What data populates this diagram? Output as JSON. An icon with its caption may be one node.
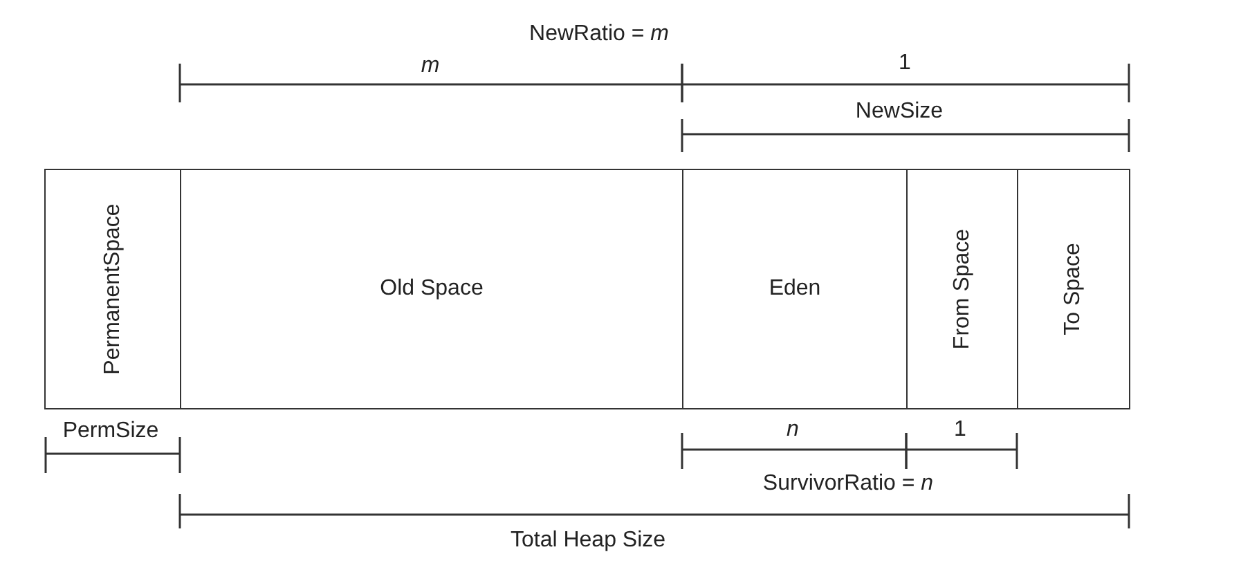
{
  "diagram": {
    "nodes": [
      {
        "text": [
          "PermanentSpace"
        ]
      },
      {
        "text": [
          "Old Space"
        ]
      },
      {
        "text": [
          "Eden"
        ]
      },
      {
        "text": [
          "From Space"
        ]
      },
      {
        "text": [
          "To Space"
        ]
      }
    ],
    "labels": [
      "NewRatio = *m*",
      "m",
      "1",
      "NewSize",
      "PermSize",
      "n",
      "1",
      "SurvivorRatio = *n*",
      "Total Heap Size"
    ]
  }
}
